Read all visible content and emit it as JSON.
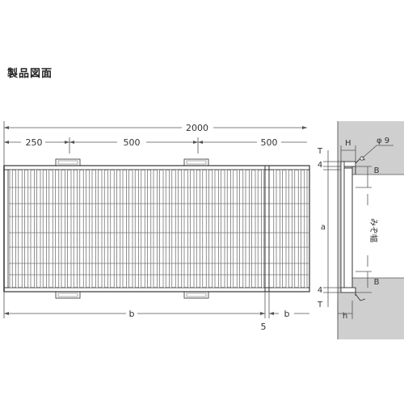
{
  "heading": "製品図面",
  "dimensions": {
    "total_length": "2000",
    "segment_first": "250",
    "segment_middle": "500",
    "segment_last": "500",
    "bottom_left": "b",
    "bottom_gap": "5",
    "bottom_right": "b",
    "side_T_top": "T",
    "side_4_top": "4",
    "side_B_top": "B",
    "side_a": "a",
    "side_4_bottom": "4",
    "side_T_bottom": "T",
    "side_B_bottom": "B",
    "side_H": "H",
    "side_h": "h",
    "side_phi": "φ 9",
    "side_width_label": "みぞ幅"
  }
}
